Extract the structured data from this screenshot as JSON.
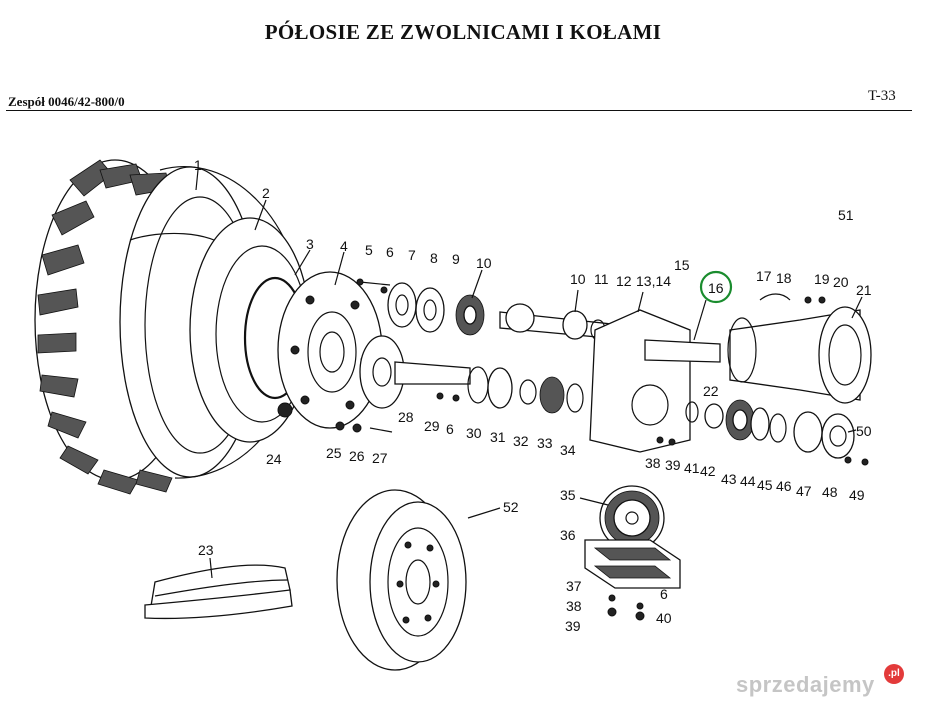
{
  "title": "PÓŁOSIE ZE ZWOLNICAMI I KOŁAMI",
  "assembly": "Zespół 0046/42-800/0",
  "table_code": "T-33",
  "highlight_color": "#1a8c2e",
  "watermark": {
    "text": "sprzedajemy",
    "badge": ".pl"
  },
  "part_numbers": [
    "1",
    "2",
    "3",
    "4",
    "5",
    "6",
    "7",
    "8",
    "9",
    "10",
    "10",
    "11",
    "12",
    "13,14",
    "15",
    "16",
    "17",
    "18",
    "19",
    "20",
    "21",
    "51",
    "22",
    "24",
    "25",
    "26",
    "27",
    "28",
    "29",
    "6",
    "30",
    "31",
    "32",
    "33",
    "34",
    "38",
    "39",
    "41",
    "42",
    "43",
    "44",
    "45",
    "46",
    "47",
    "48",
    "49",
    "50",
    "23",
    "52",
    "35",
    "36",
    "37",
    "6",
    "38",
    "39",
    "40"
  ]
}
